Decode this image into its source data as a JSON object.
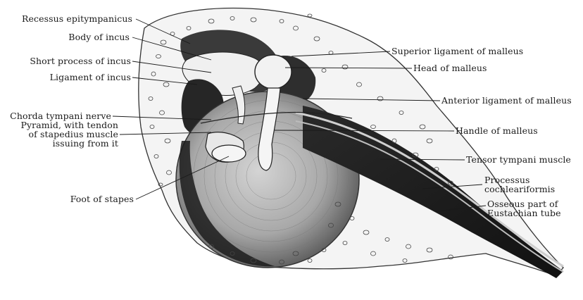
{
  "labels": {
    "recessus_epitympanicus": "Recessus epitympanicus",
    "body_of_incus": "Body of incus",
    "short_process_of_incus": "Short process of incus",
    "ligament_of_incus": "Ligament of incus",
    "chorda_tympani_nerve": "Chorda tympani nerve",
    "pyramid_line1": "Pyramid, with tendon",
    "pyramid_line2": "of stapedius muscle",
    "pyramid_line3": "issuing from it",
    "foot_of_stapes": "Foot of stapes",
    "superior_ligament_of_malleus": "Superior ligament of malleus",
    "head_of_malleus": "Head of malleus",
    "anterior_ligament_of_malleus": "Anterior ligament of malleus",
    "handle_of_malleus": "Handle of malleus",
    "tensor_tympani_muscle": "Tensor tympani muscle",
    "processus_line1": "Processus",
    "processus_line2": "cochleariformis",
    "osseous_line1": "Osseous part of",
    "osseous_line2": "Eustachian tube"
  }
}
